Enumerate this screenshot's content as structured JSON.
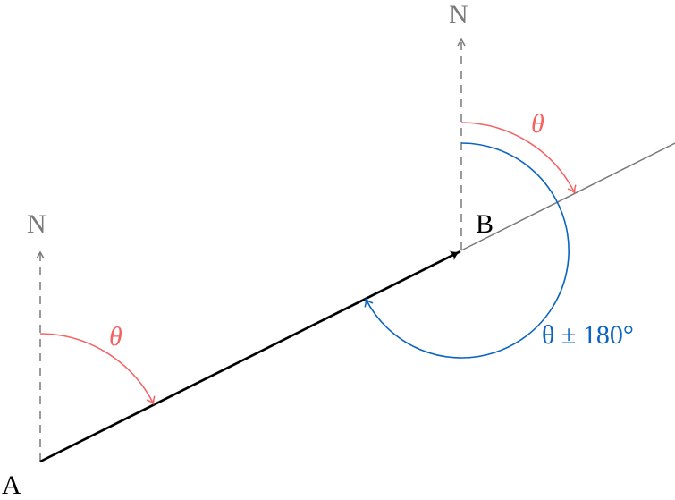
{
  "labels": {
    "point_a": "A",
    "point_b": "B",
    "north_a": "N",
    "north_b": "N",
    "theta_a": "θ",
    "theta_b": "θ",
    "back_bearing": "θ ± 180°"
  },
  "colors": {
    "vector": "#000000",
    "north": "#7a7a7a",
    "theta": "#f46262",
    "back_bearing": "#0a64c0"
  }
}
